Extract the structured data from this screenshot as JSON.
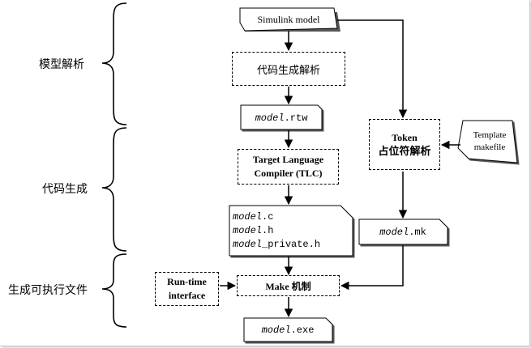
{
  "stages": {
    "model_parse": "模型解析",
    "code_gen": "代码生成",
    "exec_gen": "生成可执行文件"
  },
  "nodes": {
    "simulink_model": "Simulink model",
    "code_gen_parse": "代码生成解析",
    "model_rtw": {
      "stem": "model",
      "ext": ".rtw"
    },
    "tlc": {
      "line1": "Target Language",
      "line2": "Compiler (TLC)"
    },
    "model_files": [
      {
        "stem": "model",
        "ext": ".c"
      },
      {
        "stem": "model",
        "ext": ".h"
      },
      {
        "stem": "model",
        "ext": "_private.h"
      }
    ],
    "token": {
      "line1": "Token",
      "line2": "占位符解析"
    },
    "template_makefile": {
      "line1": "Template",
      "line2": "makefile"
    },
    "model_mk": {
      "stem": "model",
      "ext": ".mk"
    },
    "runtime": {
      "line1": "Run-time",
      "line2": "interface"
    },
    "make": "Make 机制",
    "model_exe": {
      "stem": "model",
      "ext": ".exe"
    }
  }
}
